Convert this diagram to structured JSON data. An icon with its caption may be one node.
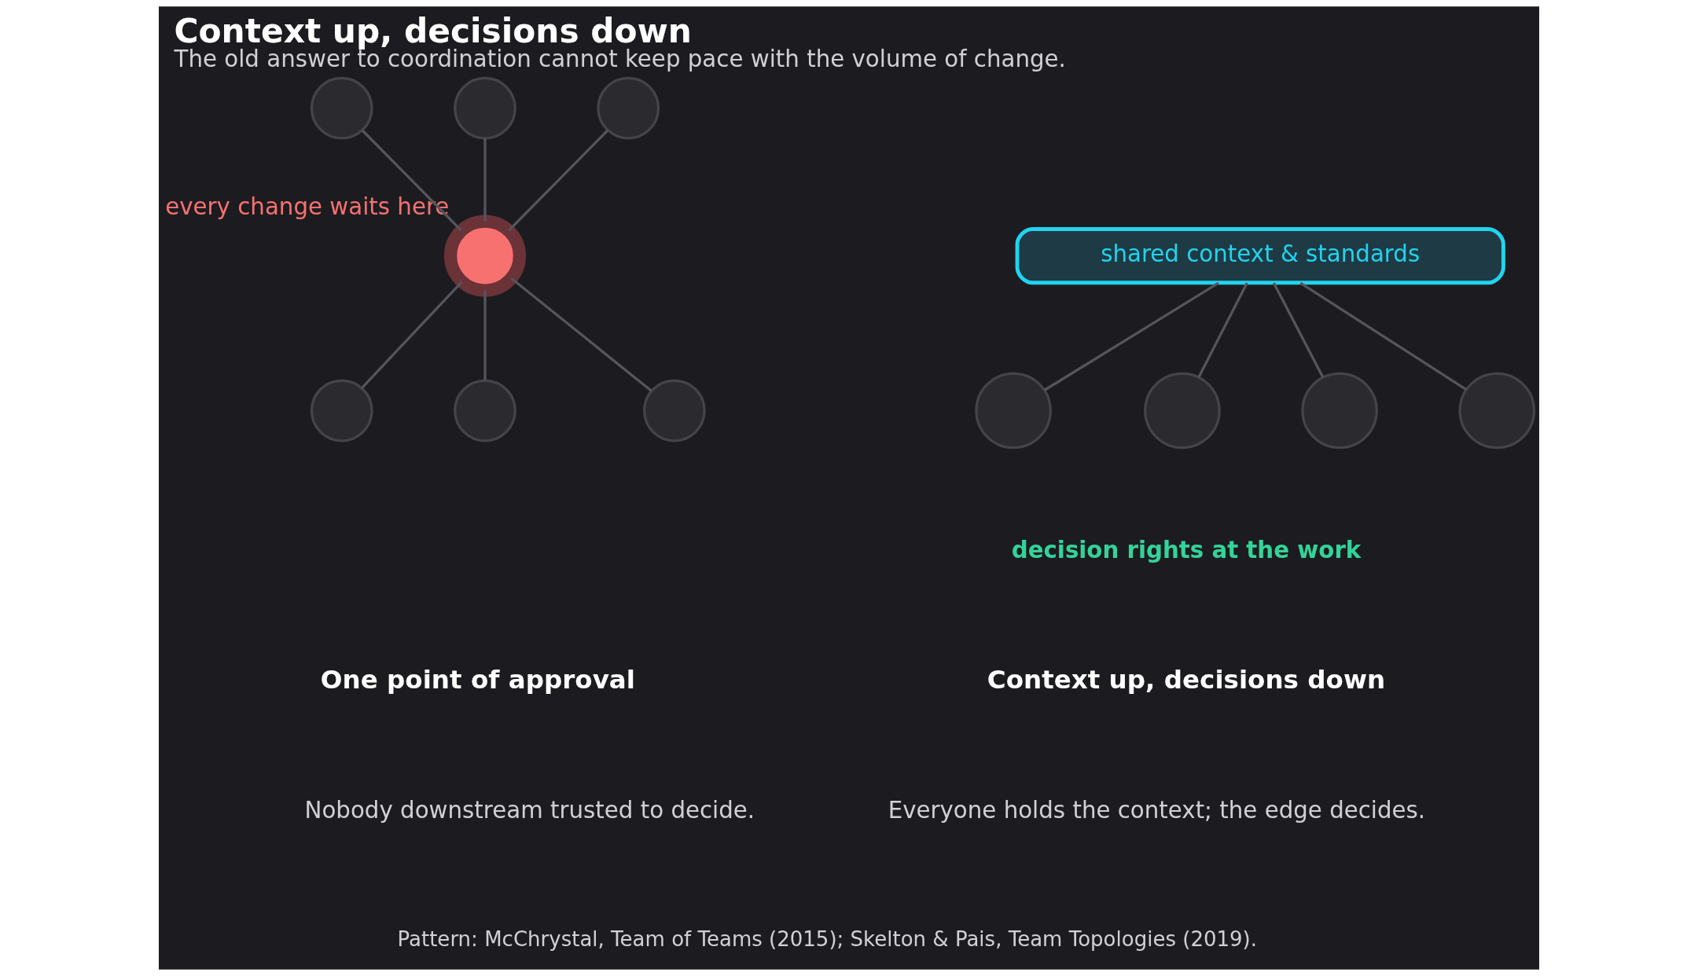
{
  "diagram": {
    "title": "Context up, decisions down",
    "caption": "The old answer to coordination cannot keep pace with the volume of change.",
    "nodes": [
      {
        "text": [],
        "shape": "circle",
        "beside": [
          "every change waits here"
        ]
      },
      {
        "text": [],
        "shape": "circle"
      },
      {
        "text": [],
        "shape": "circle"
      },
      {
        "text": [],
        "shape": "circle"
      },
      {
        "text": [],
        "shape": "circle"
      },
      {
        "text": [],
        "shape": "circle"
      },
      {
        "text": [],
        "shape": "circle"
      },
      {
        "text": [
          "shared context & standards"
        ]
      },
      {
        "text": [],
        "shape": "circle"
      },
      {
        "text": [],
        "shape": "circle"
      },
      {
        "text": [],
        "shape": "circle"
      },
      {
        "text": [],
        "shape": "circle"
      }
    ],
    "edges": [
      {
        "from": 1,
        "to": 0,
        "arrow": "none"
      },
      {
        "from": 2,
        "to": 0,
        "arrow": "none"
      },
      {
        "from": 3,
        "to": 0,
        "arrow": "none"
      },
      {
        "from": 0,
        "to": 4,
        "arrow": "none"
      },
      {
        "from": 0,
        "to": 5,
        "arrow": "none"
      },
      {
        "from": 0,
        "to": 6,
        "arrow": "none"
      },
      {
        "from": 7,
        "to": 8,
        "arrow": "none"
      },
      {
        "from": 7,
        "to": 9,
        "arrow": "none"
      },
      {
        "from": 7,
        "to": 10,
        "arrow": "none"
      },
      {
        "from": 7,
        "to": 11,
        "arrow": "none"
      }
    ],
    "labels": [
      "decision rights at the work",
      "One point of approval",
      "Context up, decisions down",
      "Nobody downstream trusted to decide.",
      "Everyone holds the context; the edge decides.",
      "Pattern: McChrystal, Team of Teams (2015); Skelton & Pais, Team Topologies (2019)."
    ]
  }
}
